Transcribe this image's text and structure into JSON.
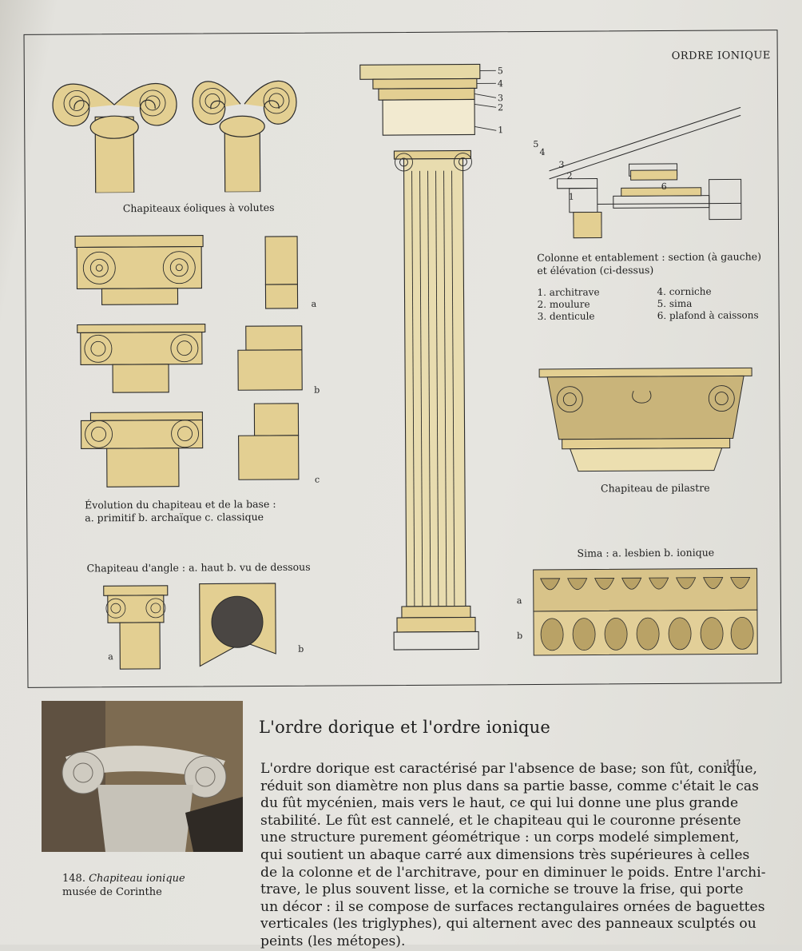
{
  "plate": {
    "title": "ORDRE IONIQUE",
    "aeolic_caption": "Chapiteaux éoliques à volutes",
    "evolution_caption_1": "Évolution du chapiteau et de la base :",
    "evolution_caption_2": "a. primitif b. archaïque c. classique",
    "corner_caption": "Chapiteau d'angle : a. haut b. vu de dessous",
    "section_caption_1": "Colonne et entablement : section (à gauche)",
    "section_caption_2": "et élévation (ci-dessus)",
    "legend": [
      "1. architrave",
      "2. moulure",
      "3. denticule",
      "4. corniche",
      "5. sima",
      "6. plafond à caissons"
    ],
    "pilaster_caption": "Chapiteau de pilastre",
    "sima_caption": "Sima : a. lesbien b. ionique",
    "letters": {
      "a": "a",
      "b": "b",
      "c": "c"
    },
    "column_numbers": [
      "5",
      "4",
      "3",
      "2",
      "1"
    ],
    "section_numbers": [
      "5",
      "4",
      "3",
      "2",
      "1",
      "6"
    ]
  },
  "article": {
    "heading": "L'ordre dorique et l'ordre ionique",
    "page_number": "147",
    "lines": [
      "L'ordre dorique est caractérisé par l'absence de base; son fût, conique,",
      "réduit son diamètre non plus dans sa partie basse, comme c'était le cas",
      "du fût mycénien, mais vers le haut, ce qui lui donne une plus grande",
      "stabilité. Le fût est cannelé, et le chapiteau qui le couronne présente",
      "une structure purement géométrique : un corps modelé simplement,",
      "qui soutient un abaque carré aux dimensions très supérieures à celles",
      "de la colonne et de l'architrave, pour en diminuer le poids. Entre l'archi-",
      "trave, le plus souvent lisse, et la corniche se trouve la frise, qui porte",
      "un décor : il se compose de surfaces rectangulaires ornées de baguettes",
      "verticales (les triglyphes), qui alternent avec des panneaux sculptés ou",
      "peints (les métopes)."
    ]
  },
  "photo": {
    "number": "148.",
    "title": "Chapiteau ionique",
    "location": "musée de Corinthe"
  },
  "colors": {
    "ochre": "#e3cf92",
    "ochre_dark": "#b9a266",
    "ink": "#2b2b2b",
    "paper": "#e6e5e0"
  }
}
